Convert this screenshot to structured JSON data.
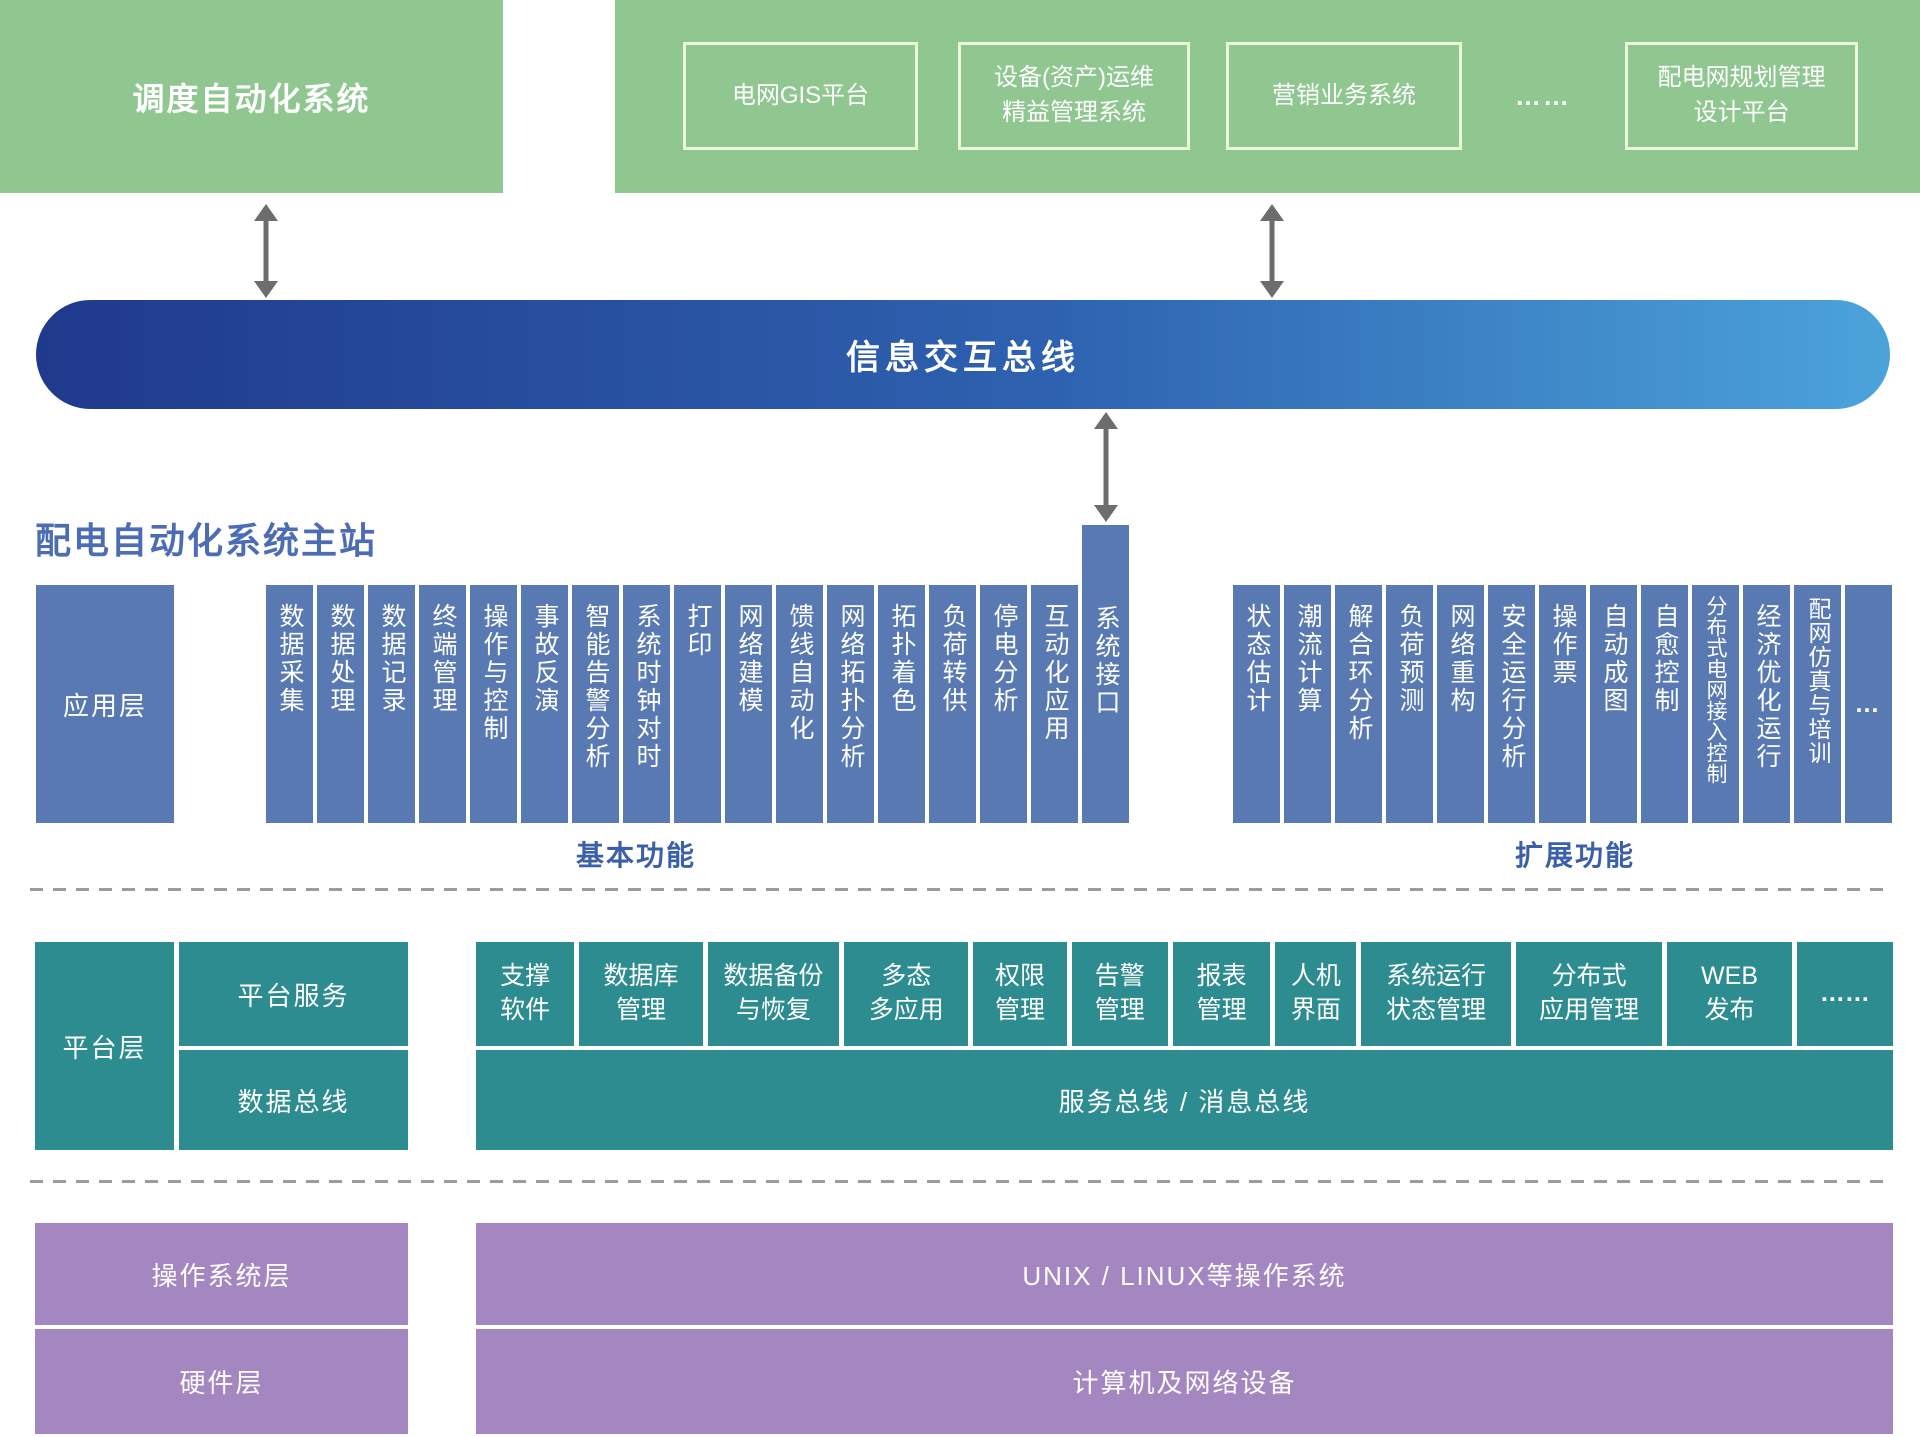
{
  "top": {
    "dispatch_system": "调度自动化系统",
    "external_systems": [
      "电网GIS平台",
      "设备(资产)运维\n精益管理系统",
      "营销业务系统",
      "配电网规划管理\n设计平台"
    ],
    "dots": "……"
  },
  "bus": {
    "label": "信息交互总线"
  },
  "master_station": {
    "title": "配电自动化系统主站",
    "app_layer_label": "应用层",
    "basic": {
      "label": "基本功能",
      "items": [
        "数据采集",
        "数据处理",
        "数据记录",
        "终端管理",
        "操作与控制",
        "事故反演",
        "智能告警分析",
        "系统时钟对时",
        "打印",
        "网络建模",
        "馈线自动化",
        "网络拓扑分析",
        "拓扑着色",
        "负荷转供",
        "停电分析",
        "互动化应用"
      ],
      "tall_item": "系统接口"
    },
    "extended": {
      "label": "扩展功能",
      "items": [
        "状态估计",
        "潮流计算",
        "解合环分析",
        "负荷预测",
        "网络重构",
        "安全运行分析",
        "操作票",
        "自动成图",
        "自愈控制",
        "分布式电网接入控制",
        "经济优化运行",
        "配网仿真与培训"
      ],
      "dots": "…"
    }
  },
  "platform_layer": {
    "label": "平台层",
    "platform_service": "平台服务",
    "data_bus": "数据总线",
    "boxes": [
      "支撑\n软件",
      "数据库\n管理",
      "数据备份\n与恢复",
      "多态\n多应用",
      "权限\n管理",
      "告警\n管理",
      "报表\n管理",
      "人机\n界面",
      "系统运行\n状态管理",
      "分布式\n应用管理",
      "WEB\n发布",
      "……"
    ],
    "service_bus": "服务总线 / 消息总线"
  },
  "os_layer": {
    "label": "操作系统层",
    "box": "UNIX / LINUX等操作系统"
  },
  "hw_layer": {
    "label": "硬件层",
    "box": "计算机及网络设备"
  },
  "colors": {
    "green": "#90c791",
    "function_blue": "#5979b3",
    "bus_gradient_start": "#20398c",
    "bus_gradient_end": "#4ba3da",
    "teal": "#2d8c8f",
    "purple": "#a487c1",
    "title_blue": "#4c6cb4",
    "label_blue": "#3b5fa8",
    "arrow_gray": "#6d6d6d"
  }
}
